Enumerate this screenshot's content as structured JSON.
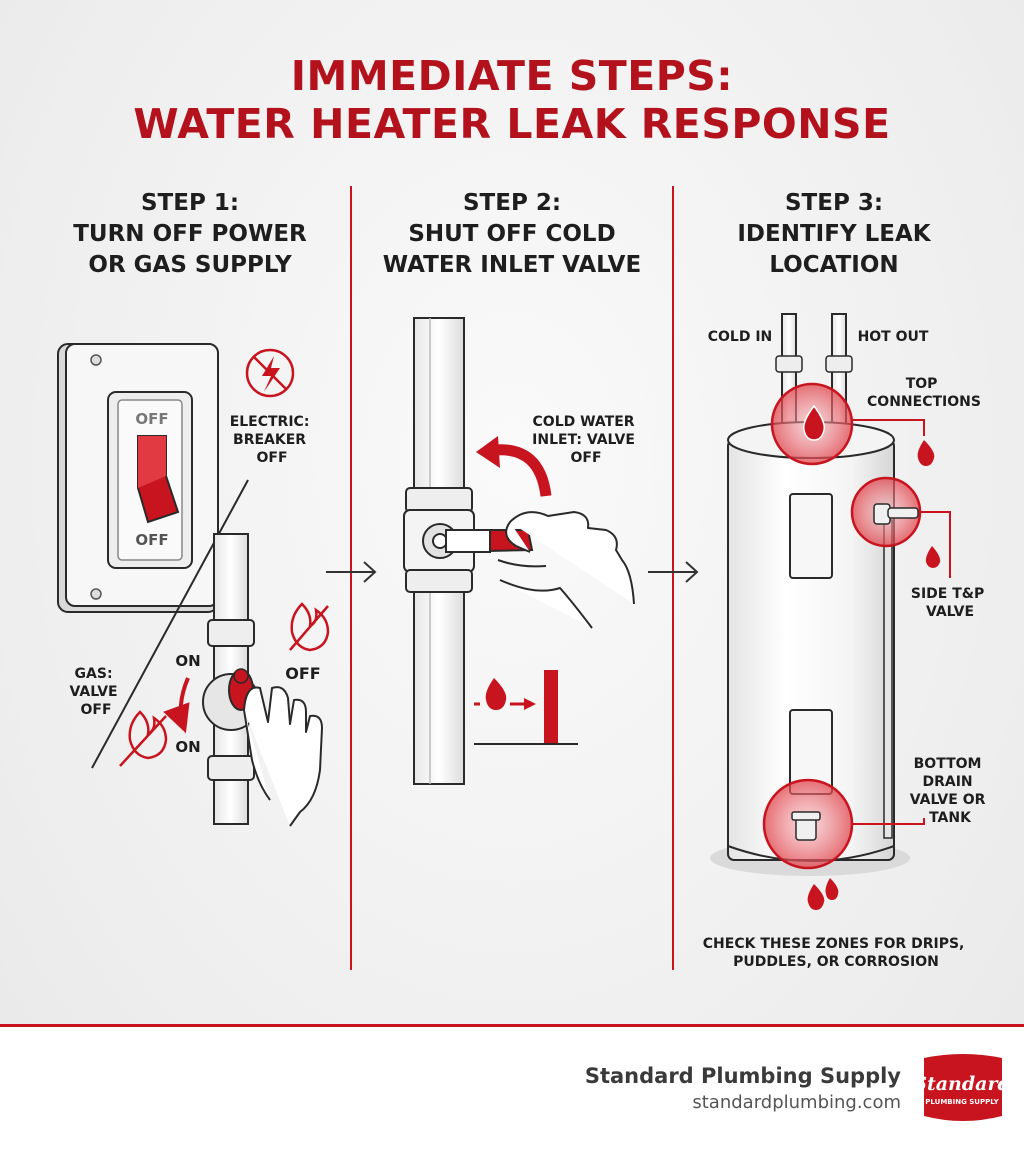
{
  "title": {
    "line1": "IMMEDIATE STEPS:",
    "line2": "WATER HEATER LEAK RESPONSE"
  },
  "steps": [
    {
      "heading_line1": "STEP 1:",
      "heading_line2": "TURN OFF POWER",
      "heading_line3": "OR GAS SUPPLY",
      "switch_off_top": "OFF",
      "switch_off_bottom": "OFF",
      "electric_line1": "ELECTRIC:",
      "electric_line2": "BREAKER",
      "electric_line3": "OFF",
      "gas_line1": "GAS:",
      "gas_line2": "VALVE",
      "gas_line3": "OFF",
      "gas_on_top": "ON",
      "gas_on_bottom": "ON",
      "gas_off": "OFF"
    },
    {
      "heading_line1": "STEP 2:",
      "heading_line2": "SHUT OFF COLD",
      "heading_line3": "WATER INLET VALVE",
      "valve_line1": "COLD WATER",
      "valve_line2": "INLET: VALVE",
      "valve_line3": "OFF"
    },
    {
      "heading_line1": "STEP 3:",
      "heading_line2": "IDENTIFY LEAK",
      "heading_line3": "LOCATION",
      "cold_in": "COLD IN",
      "hot_out": "HOT OUT",
      "top_line1": "TOP",
      "top_line2": "CONNECTIONS",
      "side_line1": "SIDE T&P",
      "side_line2": "VALVE",
      "bottom_line1": "BOTTOM",
      "bottom_line2": "DRAIN",
      "bottom_line3": "VALVE OR",
      "bottom_line4": "TANK",
      "check_line1": "CHECK THESE ZONES FOR DRIPS,",
      "check_line2": "PUDDLES, OR CORROSION"
    }
  ],
  "footer": {
    "company": "Standard Plumbing Supply",
    "url": "standardplumbing.com",
    "logo_text_main": "Standard",
    "logo_text_sub": "PLUMBING SUPPLY"
  },
  "colors": {
    "accent": "#c8141e",
    "title": "#b3121d",
    "text": "#1e1e1e"
  }
}
